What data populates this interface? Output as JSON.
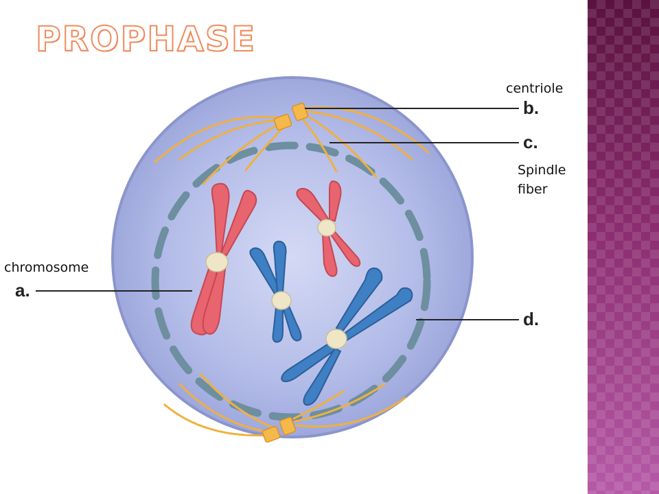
{
  "title": "Prophase",
  "labels": {
    "centriole": "centriole",
    "spindle_line1": "Spindle",
    "spindle_line2": "fiber",
    "chromosome": "chromosome"
  },
  "letters": {
    "a": "a.",
    "b": "b.",
    "c": "c.",
    "d": "d."
  },
  "colors": {
    "cell": "#aeb8e6",
    "cell_edge": "#8b95cc",
    "nuclear_envelope": "#6d8fa0",
    "spindle_fiber": "#f0b040",
    "centriole": "#f5b84a",
    "chromosome_red": "#e8656f",
    "chromosome_blue": "#3f7fc4",
    "side_band": "#8a2c6e",
    "title_outline": "#f08a5a"
  }
}
